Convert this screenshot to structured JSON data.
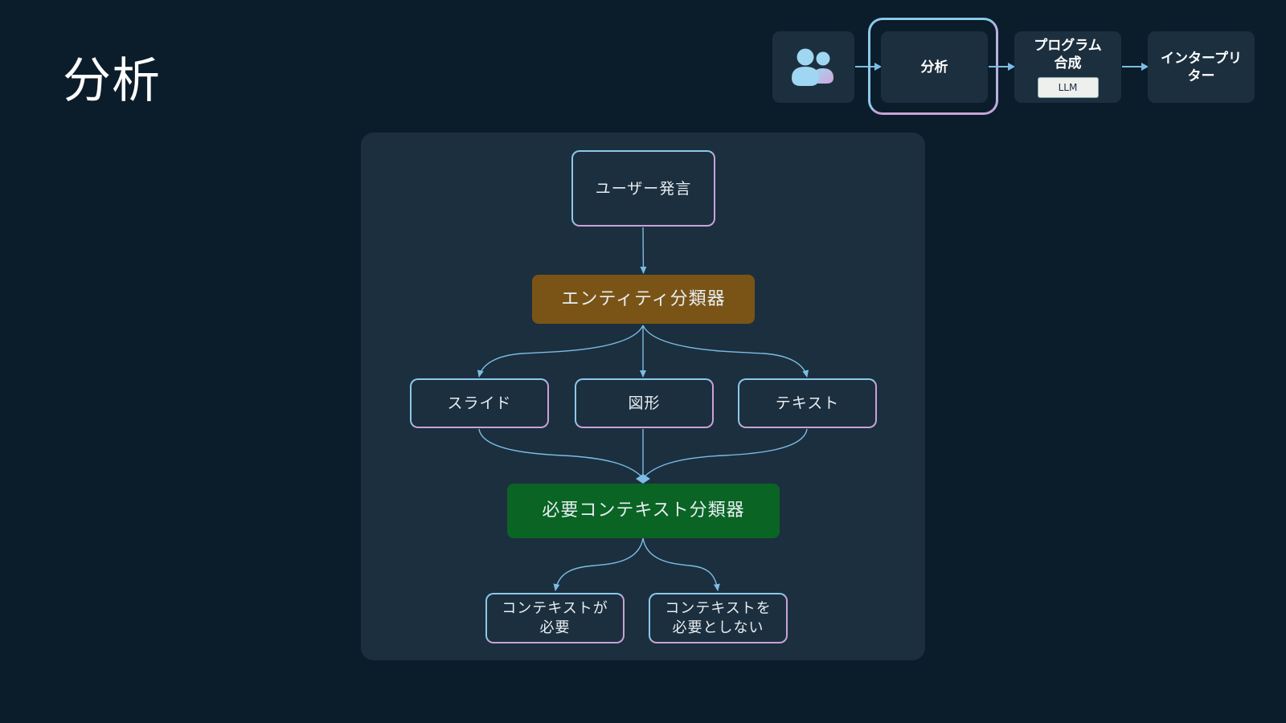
{
  "page": {
    "title": "分析"
  },
  "pipeline": {
    "users_icon": "users-icon",
    "steps": [
      {
        "label": "分析"
      },
      {
        "label": "プログラム\n合成",
        "badge": "LLM"
      },
      {
        "label": "インタープリ\nター"
      }
    ]
  },
  "diagram": {
    "nodes": {
      "utterance": "ユーザー発言",
      "entity_classifier": "エンティティ分類器",
      "slide": "スライド",
      "shape": "図形",
      "text": "テキスト",
      "context_classifier": "必要コンテキスト分類器",
      "context_needed": "コンテキストが\n必要",
      "context_not_needed": "コンテキストを\n必要としない"
    }
  },
  "colors": {
    "background": "#0b1d2a",
    "panel": "#1c2f3e",
    "accent_line": "#7bbde6",
    "entity_classifier": "#7a5416",
    "context_classifier": "#0a6424"
  }
}
